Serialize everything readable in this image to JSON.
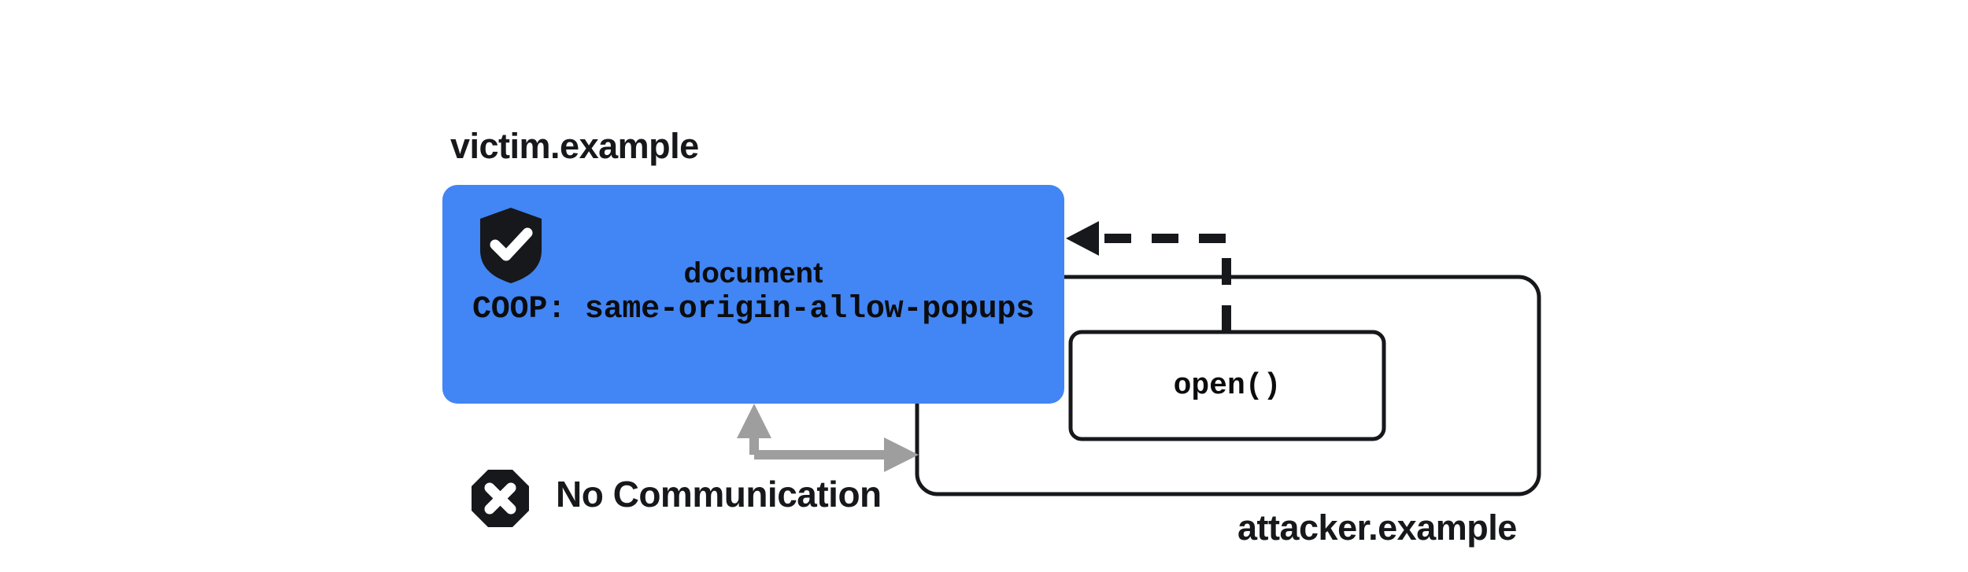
{
  "diagram": {
    "victim": {
      "origin_label": "victim.example",
      "document_label": "document",
      "coop_header": "COOP: same-origin-allow-popups",
      "shield_icon": "shield-check-icon",
      "card_color": "#4285F4"
    },
    "attacker": {
      "origin_label": "attacker.example",
      "open_call_label": "open()",
      "border_color": "#17181b"
    },
    "relations": {
      "no_communication_label": "No Communication",
      "no_communication_icon": "octagon-x-icon",
      "blocked_arrow_color": "#9e9e9e",
      "opener_arrow_color": "#17181b",
      "opener_arrow_style": "dashed"
    }
  }
}
